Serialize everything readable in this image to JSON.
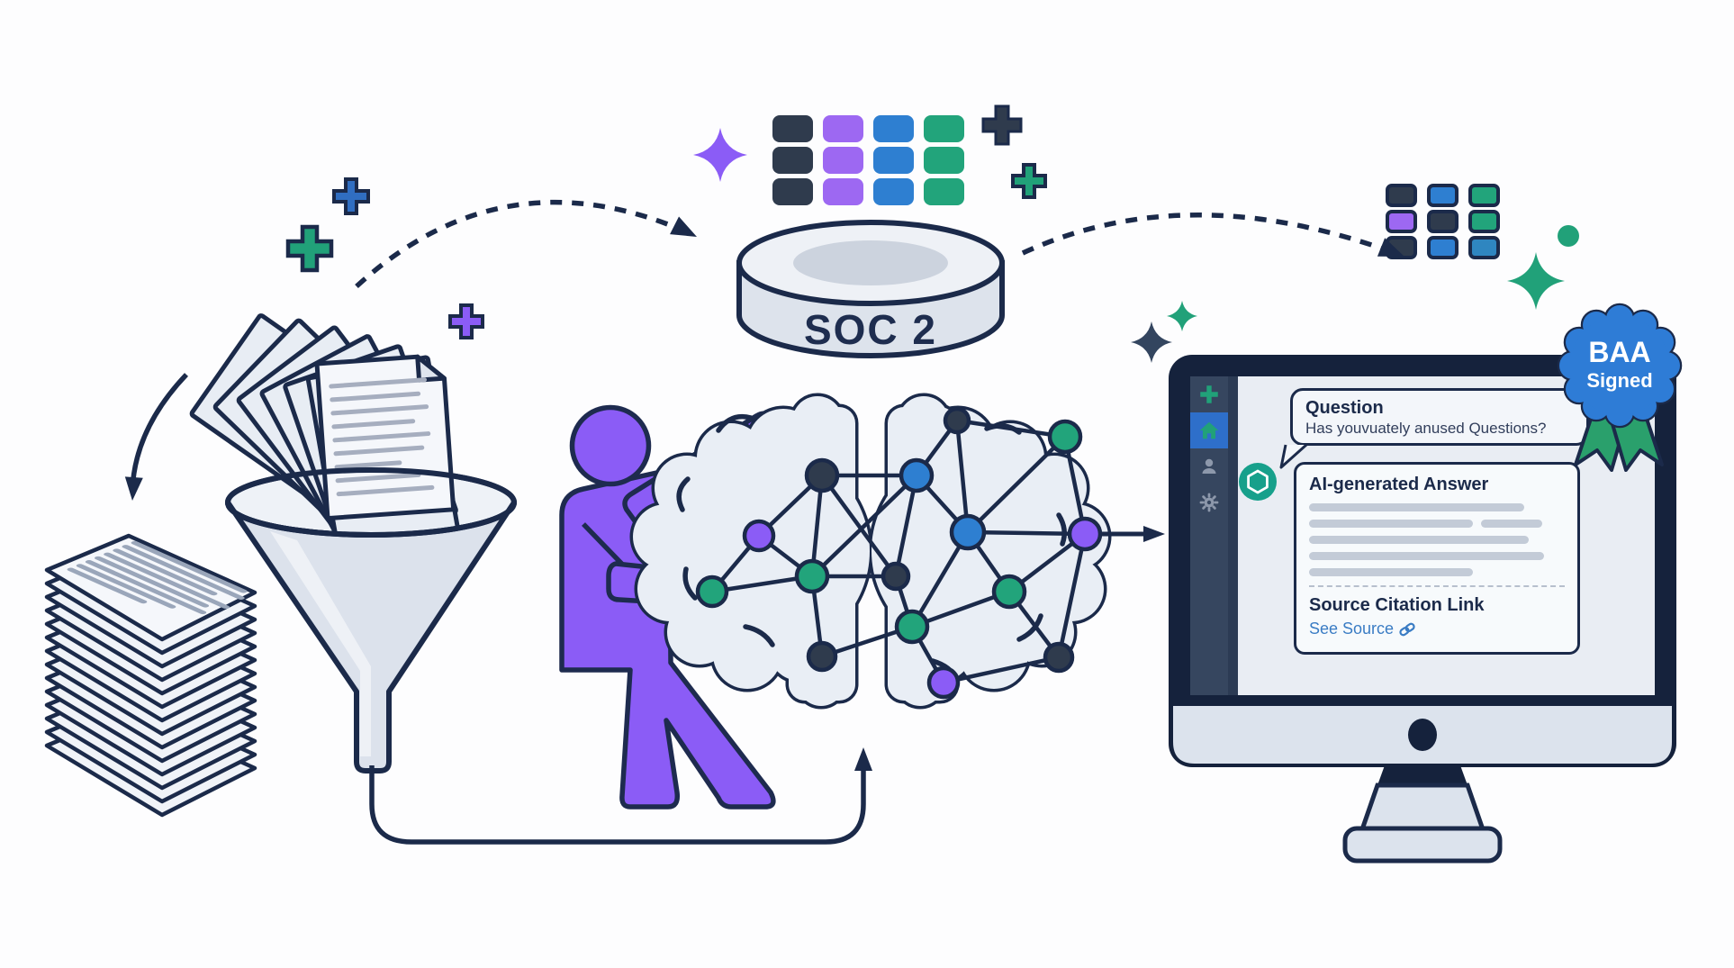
{
  "soc2_label": "SOC 2",
  "badge": {
    "title": "BAA",
    "subtitle": "Signed"
  },
  "screen": {
    "question_title": "Question",
    "question_text": "Has youvuately anused Questions?",
    "answer_title": "AI-generated Answer",
    "source_title": "Source Citation Link",
    "source_link_label": "See Source"
  },
  "grids": {
    "process_grid": {
      "rows": 3,
      "cols": 4,
      "column_colors": [
        "#2f3b4d",
        "#9d68f2",
        "#2e7fd1",
        "#22a47b"
      ]
    },
    "output_grid": {
      "cells": [
        [
          "dark",
          "blue",
          "green"
        ],
        [
          "purple",
          "dark",
          "green"
        ],
        [
          "dark",
          "blue",
          "blue"
        ]
      ]
    }
  },
  "palette": {
    "outline_navy": "#1b2a4a",
    "dark_cell": "#2f3b4d",
    "purple": "#8b5cf6",
    "blue": "#2e7fd1",
    "green": "#21a179",
    "teal_logo": "#17a08b",
    "badge_blue": "#2e7cd6",
    "screen_bg": "#e9edf3",
    "paper": "#f0f3f8",
    "placeholder_line": "#c3cbd7",
    "link_blue": "#3a7cc4"
  }
}
